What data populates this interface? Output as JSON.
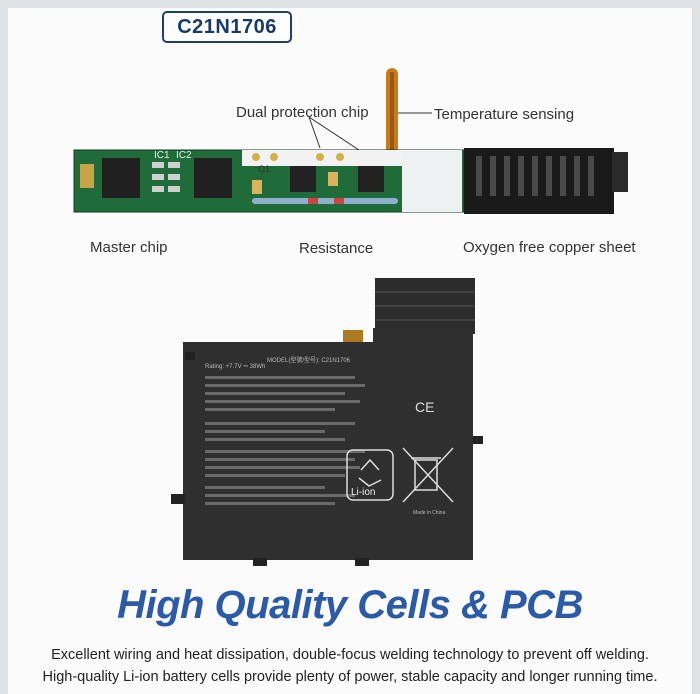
{
  "model_badge": "C21N1706",
  "callouts": {
    "dual_protection_chip": "Dual protection chip",
    "temperature_sensing": "Temperature sensing",
    "master_chip": "Master chip",
    "resistance": "Resistance",
    "oxygen_free_copper_sheet": "Oxygen free copper sheet"
  },
  "pcb_labels": {
    "ic1": "IC1",
    "ic2": "IC2",
    "q1": "Q1"
  },
  "battery_label": {
    "model": "MODEL(型號/型号): C21N1706",
    "rating": "Rating: +7.7V ⎓ 38Wh",
    "li_ion": "Li-ion",
    "ce": "CE",
    "made_in": "Made in China"
  },
  "headline": "High Quality Cells & PCB",
  "description": [
    "Excellent wiring and heat dissipation, double-focus welding technology to prevent off welding.",
    "High-quality Li-ion battery cells provide plenty of power, stable capacity and longer running time."
  ],
  "colors": {
    "accent": "#2a5aa8",
    "pcb_green": "#1f6b3a",
    "badge_border": "#1f3f6e"
  }
}
